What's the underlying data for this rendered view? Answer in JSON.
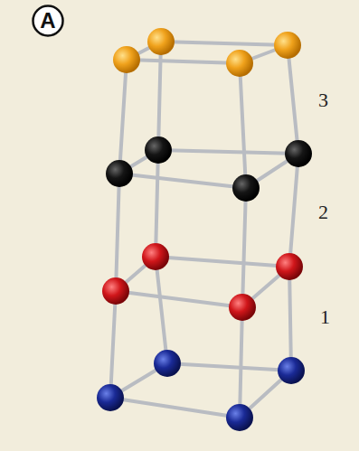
{
  "diagram": {
    "nodes": [
      {
        "text": [
          "A"
        ]
      }
    ],
    "labels": [
      "3",
      "2",
      "1"
    ]
  }
}
